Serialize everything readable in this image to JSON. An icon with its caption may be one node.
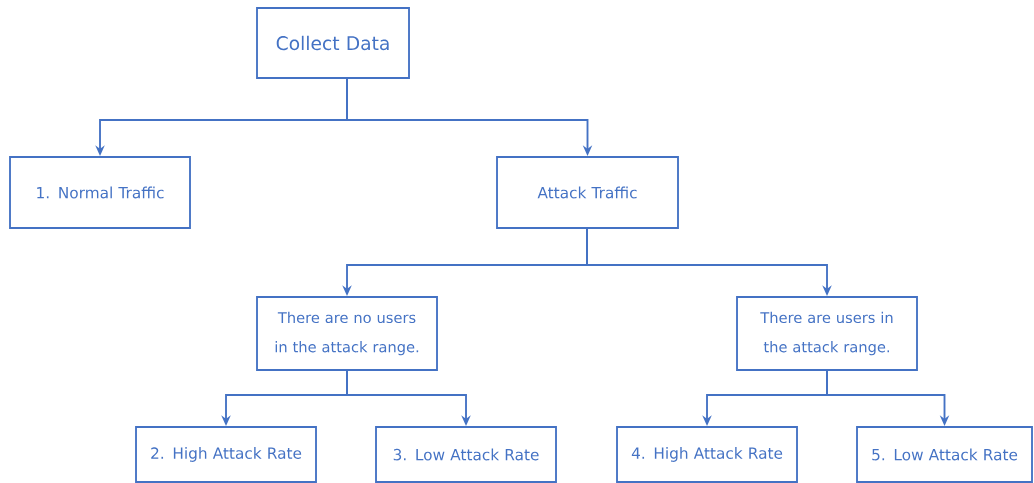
{
  "diagram": {
    "nodes": [
      {
        "text": [
          "Collect Data"
        ]
      },
      {
        "text": [
          "1. Normal Traffic"
        ]
      },
      {
        "text": [
          "Attack Traffic"
        ]
      },
      {
        "text": [
          "There are no users in the attack range."
        ]
      },
      {
        "text": [
          "There are users in the attack range."
        ]
      },
      {
        "text": [
          "2. High Attack Rate"
        ]
      },
      {
        "text": [
          "3. Low Attack Rate"
        ]
      },
      {
        "text": [
          "4. High Attack Rate"
        ]
      },
      {
        "text": [
          "5. Low Attack Rate"
        ]
      }
    ],
    "edges": [
      {
        "from": 0,
        "to": 1,
        "arrow": "to"
      },
      {
        "from": 0,
        "to": 2,
        "arrow": "to"
      },
      {
        "from": 2,
        "to": 3,
        "arrow": "to"
      },
      {
        "from": 2,
        "to": 4,
        "arrow": "to"
      },
      {
        "from": 3,
        "to": 5,
        "arrow": "to"
      },
      {
        "from": 3,
        "to": 6,
        "arrow": "to"
      },
      {
        "from": 4,
        "to": 7,
        "arrow": "to"
      },
      {
        "from": 4,
        "to": 8,
        "arrow": "to"
      }
    ]
  }
}
